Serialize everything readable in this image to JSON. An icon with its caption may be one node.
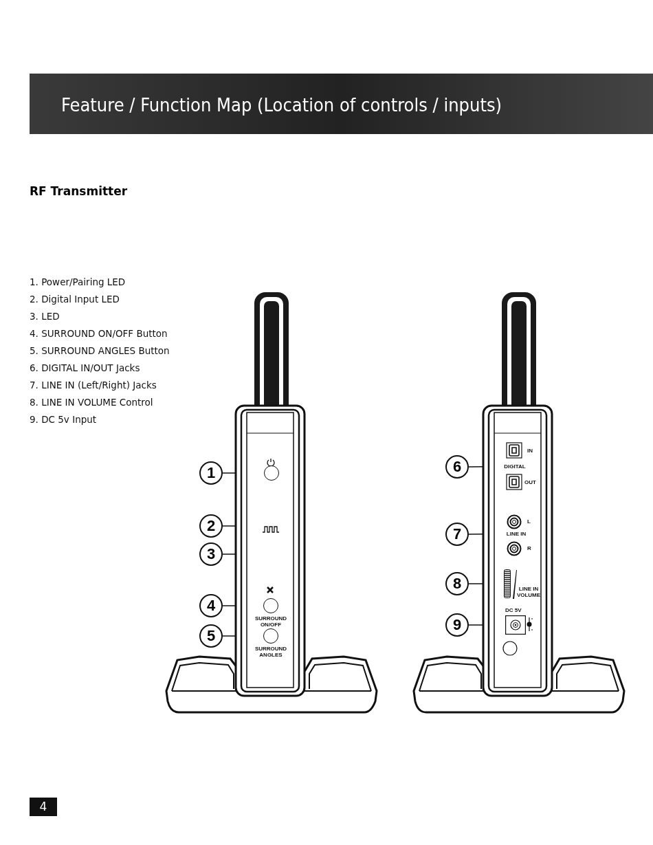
{
  "diagram": {
    "title": "Feature / Function Map (Location of controls / inputs)",
    "nodes": [
      {
        "text": [
          "1"
        ]
      },
      {
        "text": [
          "2"
        ]
      },
      {
        "text": [
          "3"
        ]
      },
      {
        "text": [
          "4"
        ]
      },
      {
        "text": [
          "5"
        ]
      },
      {
        "text": [
          "6"
        ]
      },
      {
        "text": [
          "7"
        ]
      },
      {
        "text": [
          "8"
        ]
      },
      {
        "text": [
          "9"
        ]
      },
      {
        "text": [],
        "shape": "circle"
      },
      {
        "text": [],
        "shape": "icon"
      },
      {
        "text": [],
        "shape": "circle",
        "beside": [
          "SURROUND ON/OFF"
        ]
      },
      {
        "text": [],
        "shape": "circle",
        "beside": [
          "SURROUND ANGLES"
        ]
      },
      {
        "text": [
          "DIGITAL"
        ]
      },
      {
        "text": [
          "LINE IN"
        ]
      },
      {
        "text": [],
        "shape": "bar"
      },
      {
        "text": [],
        "shape": "box"
      }
    ],
    "edges": [
      {
        "from": 0,
        "to": 9,
        "arrow": "none"
      },
      {
        "from": 1,
        "to": 10,
        "arrow": "none"
      },
      {
        "from": 2,
        "to": null,
        "arrow": "none"
      },
      {
        "from": 3,
        "to": 11,
        "arrow": "none"
      },
      {
        "from": 4,
        "to": 12,
        "arrow": "none"
      },
      {
        "from": 5,
        "to": 13,
        "arrow": "none"
      },
      {
        "from": 6,
        "to": 14,
        "arrow": "none"
      },
      {
        "from": 7,
        "to": 15,
        "arrow": "none"
      },
      {
        "from": 8,
        "to": 16,
        "arrow": "none"
      }
    ],
    "labels": [
      "RF Transmitter",
      "1. Power/Pairing LED",
      "2. Digital Input LED",
      "3. LED",
      "4. SURROUND ON/OFF Button",
      "5. SURROUND ANGLES Button",
      "6. DIGITAL IN/OUT Jacks",
      "7. LINE IN (Left/Right) Jacks",
      "8. LINE IN VOLUME Control",
      "9. DC 5v Input",
      "IN",
      "OUT",
      "L",
      "R",
      "LINE IN VOLUME",
      "DC 5V",
      "4"
    ]
  }
}
